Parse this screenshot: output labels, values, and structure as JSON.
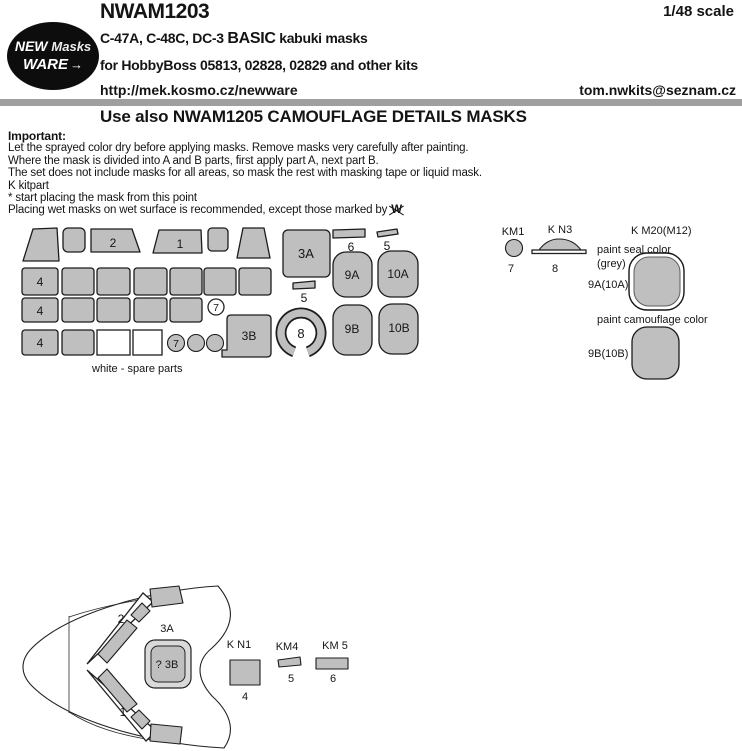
{
  "header": {
    "logo": {
      "new": "NEW",
      "masks": "Masks",
      "ware": "WARE",
      "arrow": "→"
    },
    "product_code": "NWAM1203",
    "scale": "1/48 scale",
    "title_a": "C-47A, C-48C, DC-3 ",
    "title_b": "BASIC",
    "title_c": " kabuki masks",
    "subtitle": "for HobbyBoss 05813, 02828, 02829 and other kits",
    "url": "http://mek.kosmo.cz/newware",
    "email": "tom.nwkits@seznam.cz",
    "banner": "Use also NWAM1205 CAMOUFLAGE DETAILS MASKS"
  },
  "important": {
    "heading": "Important:",
    "lines": [
      "Let the sprayed color dry before applying masks. Remove masks very carefully after painting.",
      "Where the mask is divided into A and B parts, first apply part A, next part B.",
      "The set does not include masks for all areas, so mask the rest with masking tape or liquid mask.",
      "K kitpart",
      "*  start placing the mask from this point"
    ],
    "line6_prefix": "Placing wet masks on wet surface is recommended, except those marked by ",
    "no_water_symbol": "W"
  },
  "sheet": {
    "part1": "1",
    "part2": "2",
    "part3a": "3A",
    "part3b": "3B",
    "part4": "4",
    "part5": "5",
    "part6": "6",
    "part7": "7",
    "part8": "8",
    "part9a": "9A",
    "part9b": "9B",
    "part10a": "10A",
    "part10b": "10B",
    "spare_note": "white - spare parts"
  },
  "right_panel": {
    "km1_title": "KM1",
    "km1_num": "7",
    "kn3_title": "K N3",
    "kn3_num": "8",
    "km20_title": "K M20(M12)",
    "seal_line1": "paint seal color",
    "seal_line2": "(grey)",
    "seal_ref": "9A(10A)",
    "camo_line1": "paint camouflage color",
    "camo_ref": "9B(10B)"
  },
  "bottom": {
    "part2": "2",
    "part1": "1",
    "part3a": "3A",
    "part3b_inner": "? 3B",
    "kn1_title": "K N1",
    "kn1_num": "4",
    "km4_title": "KM4",
    "km4_num": "5",
    "km5_title": "KM 5",
    "km5_num": "6"
  }
}
